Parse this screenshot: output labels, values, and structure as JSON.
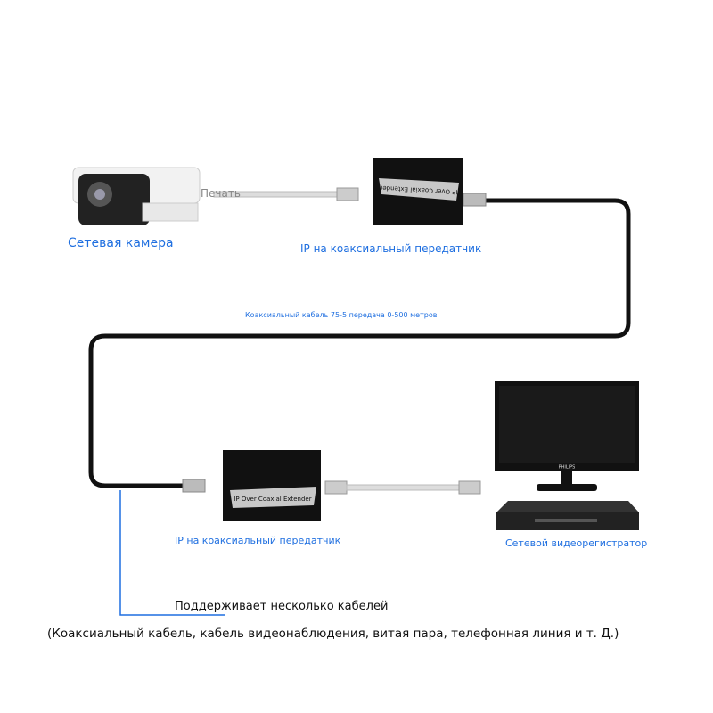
{
  "camera": {
    "label": "Сетевая камера",
    "cable_label": "Печать"
  },
  "transmitter_top": {
    "label": "IP на коаксиальный передатчик",
    "plate": "IP Over Coaxial Extender"
  },
  "coax_cable": {
    "label": "Коаксиальный кабель 75-5 передача 0-500 метров"
  },
  "transmitter_bottom": {
    "label": "IP на коаксиальный передатчик",
    "plate": "IP Over Coaxial Extender"
  },
  "nvr": {
    "label": "Сетевой видеорегистратор",
    "monitor_brand": "PHILIPS"
  },
  "support": {
    "title": "Поддерживает несколько кабелей",
    "details": "(Коаксиальный кабель, кабель видеонаблюдения, витая пара, телефонная линия и т. Д.)"
  },
  "colors": {
    "accent": "#1f6fe0",
    "cable": "#111111"
  }
}
